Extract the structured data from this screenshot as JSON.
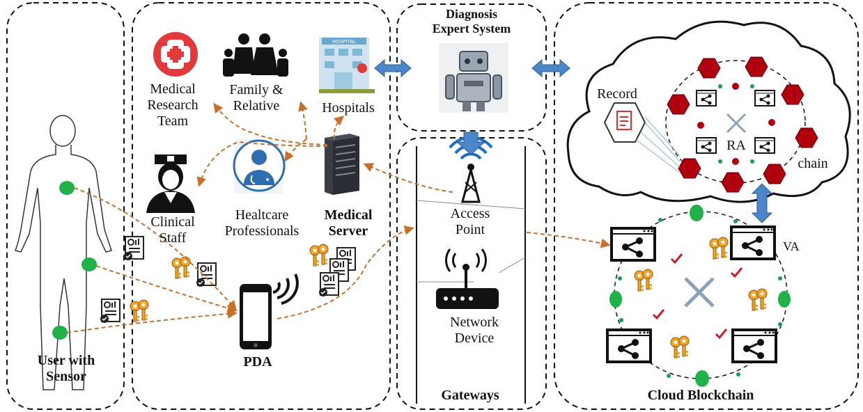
{
  "colors": {
    "dashed_border": "#111111",
    "flow_arrow": "#c8702a",
    "link_arrow": "#4a86c8",
    "chain_node": "#b00010",
    "chain_dot": "#1a9a5c",
    "sensor": "#1fb14a",
    "check": "#c0202a",
    "key": "#f1a52a",
    "cross": "#8aa2bc"
  },
  "icons": [
    "person-outline-icon",
    "sensor-icon",
    "document-icon",
    "key-icon",
    "smartphone-icon",
    "wifi-icon",
    "medical-cross-icon",
    "family-icon",
    "hospital-icon",
    "nurse-icon",
    "doctor-icon",
    "server-icon",
    "robot-icon",
    "antenna-icon",
    "router-icon",
    "cloud-icon",
    "block-icon",
    "share-window-icon",
    "record-icon",
    "cross-icon",
    "checkmark-icon"
  ],
  "panels": {
    "user": {
      "label_line1": "User with",
      "label_line2": "Sensor"
    },
    "care": {
      "medical_research": {
        "line1": "Medical",
        "line2": "Research",
        "line3": "Team"
      },
      "family": {
        "line1": "Family &",
        "line2": "Relative"
      },
      "hospitals": "Hospitals",
      "clinical": {
        "line1": "Clinical",
        "line2": "Staff"
      },
      "healthcare": {
        "line1": "Healtcare",
        "line2": "Professionals"
      },
      "server": {
        "line1": "Medical",
        "line2": "Server"
      },
      "pda": "PDA"
    },
    "diagnosis": {
      "line1": "Diagnosis",
      "line2": "Expert System"
    },
    "gateways": {
      "title": "Gateways",
      "access_point": {
        "line1": "Access",
        "line2": "Point"
      },
      "network_device": {
        "line1": "Network",
        "line2": "Device"
      }
    },
    "cloud": {
      "title": "Cloud Blockchain",
      "record": "Record",
      "ra": "RA",
      "chain": "chain",
      "va": "VA"
    }
  }
}
